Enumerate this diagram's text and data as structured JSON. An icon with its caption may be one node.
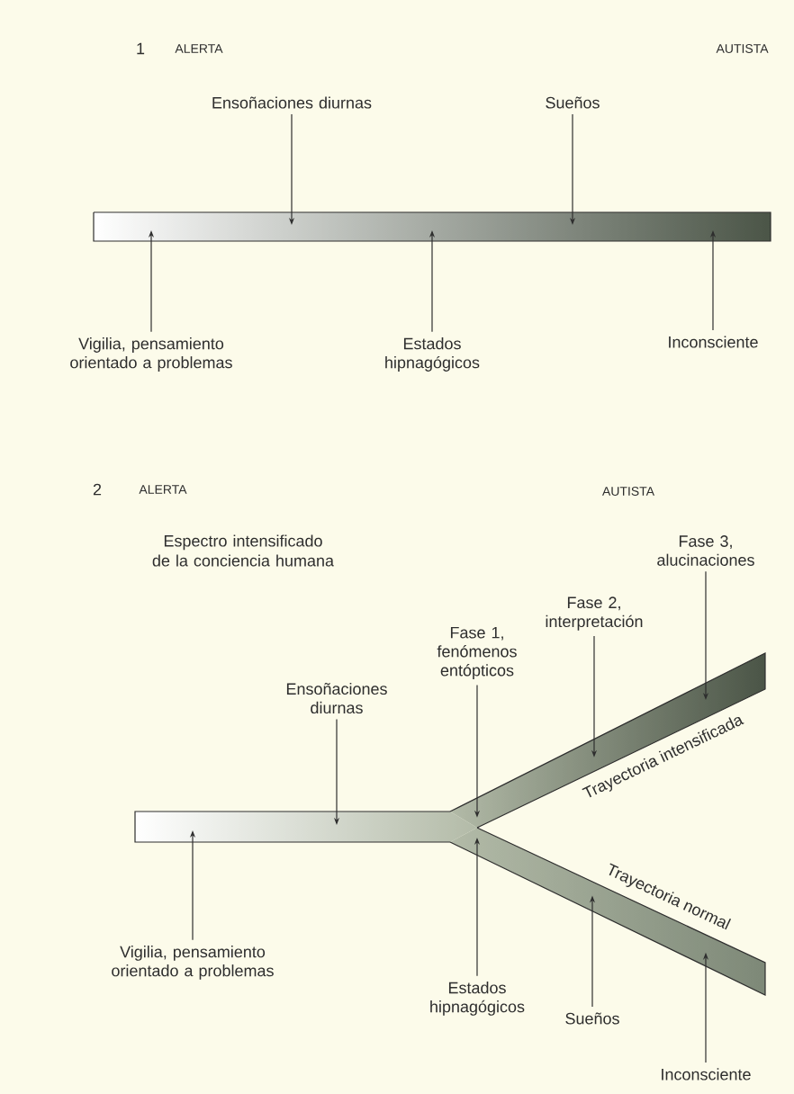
{
  "diagram": {
    "nodes": [
      {
        "text": [
          "Ensoñaciones diurnas"
        ]
      },
      {
        "text": [
          "Sueños"
        ]
      },
      {
        "text": [],
        "shape": "bar"
      },
      {
        "text": [
          "Vigilia, pensamiento orientado a problemas"
        ]
      },
      {
        "text": [
          "Estados hipnagógicos"
        ]
      },
      {
        "text": [
          "Inconsciente"
        ]
      },
      {
        "text": [
          "Fase 3, alucinaciones"
        ]
      },
      {
        "text": [
          "Fase 2, interpretación"
        ]
      },
      {
        "text": [
          "Fase 1, fenómenos entópticos"
        ]
      },
      {
        "text": [
          "Ensoñaciones diurnas"
        ]
      },
      {
        "text": [],
        "shape": "bar"
      },
      {
        "text": [
          "Trayectoria intensificada"
        ]
      },
      {
        "text": [
          "Trayectoria normal"
        ]
      },
      {
        "text": [
          "Vigilia, pensamiento orientado a problemas"
        ]
      },
      {
        "text": [
          "Estados hipnagógicos"
        ]
      },
      {
        "text": [
          "Sueños"
        ]
      },
      {
        "text": [
          "Inconsciente"
        ]
      }
    ],
    "edges": [
      {
        "from": 0,
        "to": 2,
        "arrow": "to"
      },
      {
        "from": 1,
        "to": 2,
        "arrow": "to"
      },
      {
        "from": 3,
        "to": 2,
        "arrow": "to"
      },
      {
        "from": 4,
        "to": 2,
        "arrow": "to"
      },
      {
        "from": 5,
        "to": 2,
        "arrow": "to"
      },
      {
        "from": 6,
        "to": 11,
        "arrow": "to"
      },
      {
        "from": 7,
        "to": 11,
        "arrow": "to"
      },
      {
        "from": 8,
        "to": 11,
        "arrow": "to"
      },
      {
        "from": 9,
        "to": 10,
        "arrow": "to"
      },
      {
        "from": 13,
        "to": 10,
        "arrow": "to"
      },
      {
        "from": 14,
        "to": 12,
        "arrow": "to"
      },
      {
        "from": 15,
        "to": 12,
        "arrow": "to"
      },
      {
        "from": 16,
        "to": 12,
        "arrow": "to"
      }
    ],
    "labels": [
      "1",
      "ALERTA",
      "AUTISTA",
      "2",
      "ALERTA",
      "AUTISTA",
      "Espectro intensificado de la conciencia humana"
    ]
  }
}
